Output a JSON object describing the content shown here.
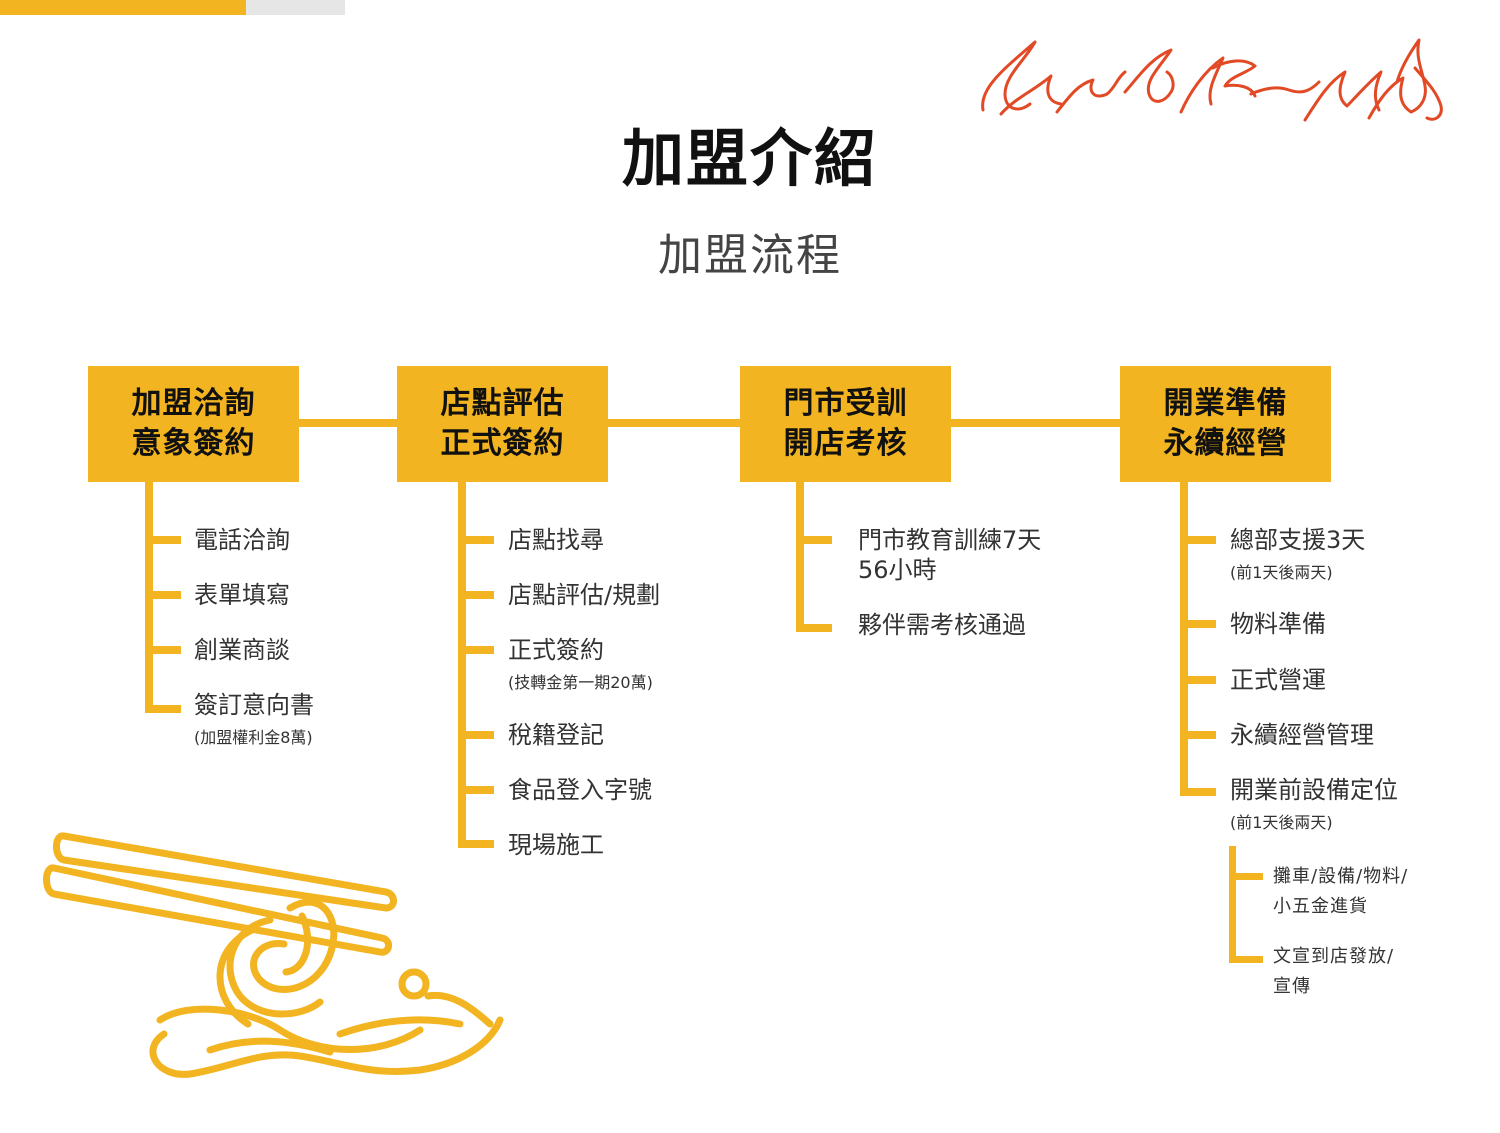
{
  "header": {
    "title": "加盟介紹",
    "subtitle": "加盟流程"
  },
  "colors": {
    "accent": "#f2b420",
    "flame": "#e24a26",
    "text": "#333333"
  },
  "stages": [
    {
      "label_line1": "加盟洽詢",
      "label_line2": "意象簽約",
      "steps": [
        {
          "text": "電話洽詢"
        },
        {
          "text": "表單填寫"
        },
        {
          "text": "創業商談"
        },
        {
          "text": "簽訂意向書",
          "note": "(加盟權利金8萬)"
        }
      ]
    },
    {
      "label_line1": "店點評估",
      "label_line2": "正式簽約",
      "steps": [
        {
          "text": "店點找尋"
        },
        {
          "text": "店點評估/規劃"
        },
        {
          "text": "正式簽約",
          "note": "(技轉金第一期20萬)"
        },
        {
          "text": "稅籍登記"
        },
        {
          "text": "食品登入字號"
        },
        {
          "text": "現場施工"
        }
      ]
    },
    {
      "label_line1": "門市受訓",
      "label_line2": "開店考核",
      "steps": [
        {
          "text": "門市教育訓練7天",
          "text2": "56小時"
        },
        {
          "text": "夥伴需考核通過"
        }
      ]
    },
    {
      "label_line1": "開業準備",
      "label_line2": "永續經營",
      "steps": [
        {
          "text": "總部支援3天",
          "note": "(前1天後兩天)"
        },
        {
          "text": "物料準備"
        },
        {
          "text": "正式營運"
        },
        {
          "text": "永續經營管理"
        },
        {
          "text": "開業前設備定位",
          "note": "(前1天後兩天)"
        }
      ],
      "substeps": [
        {
          "line1": "攤車/設備/物料/",
          "line2": "小五金進貨"
        },
        {
          "line1": "文宣到店發放/",
          "line2": "宣傳"
        }
      ]
    }
  ],
  "decorations": {
    "flame_icon": "flame-line-art-icon",
    "noodle_icon": "noodle-chopsticks-icon"
  }
}
